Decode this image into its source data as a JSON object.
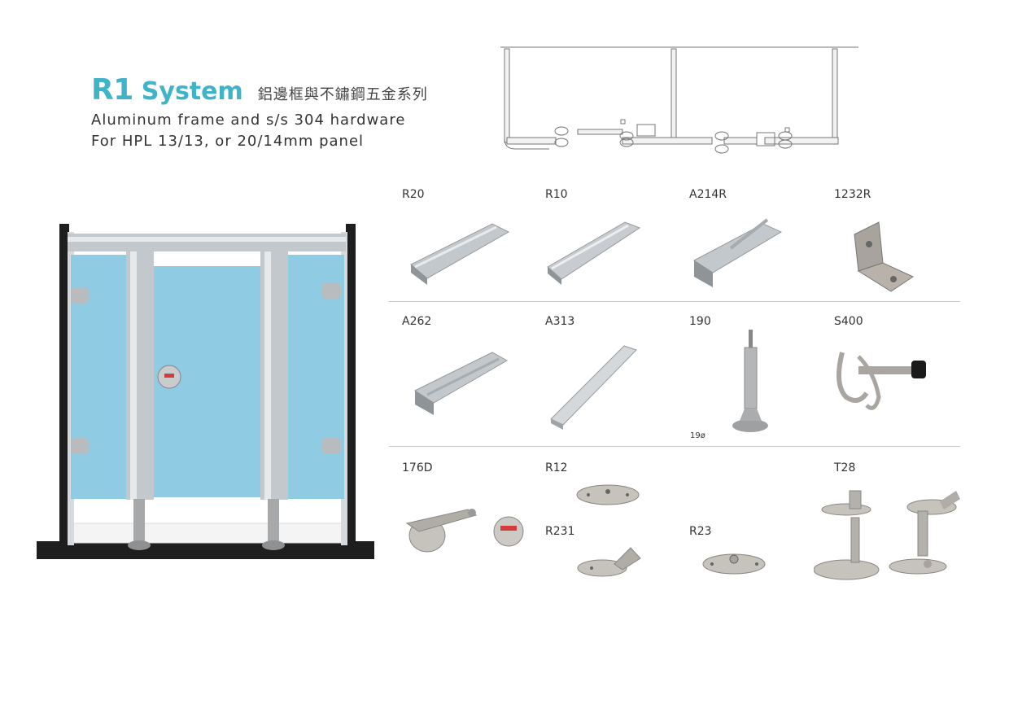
{
  "header": {
    "title_code": "R1",
    "title_word": "System",
    "title_chinese": "鋁邊框與不鏽鋼五金系列",
    "subtitle_line1": "Aluminum frame and s/s 304 hardware",
    "subtitle_line2": "For HPL 13/13, or 20/14mm panel"
  },
  "parts": {
    "r20": "R20",
    "r10": "R10",
    "a214r": "A214R",
    "p1232r": "1232R",
    "a262": "A262",
    "a313": "A313",
    "p190": "190",
    "p190_note": "19ø",
    "s400": "S400",
    "p176d": "176D",
    "r12": "R12",
    "r231": "R231",
    "r23": "R23",
    "t28": "T28"
  },
  "colors": {
    "accent": "#3fb3c8",
    "panel_blue": "#8fcbe2",
    "aluminum": "#c3c8cc",
    "frame_dark": "#1e1e1e"
  }
}
